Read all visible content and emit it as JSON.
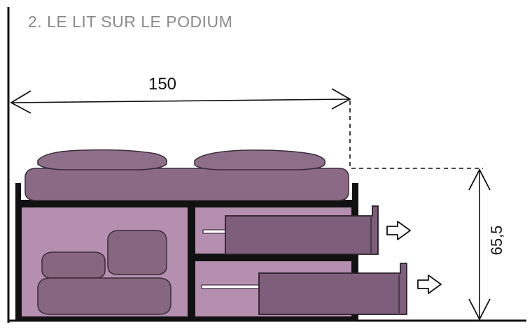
{
  "title": "2. LE LIT SUR LE PODIUM",
  "dimensions": {
    "width_label": "150",
    "height_label": "65,5"
  },
  "colors": {
    "outline": "#111111",
    "mattress": "#8a6a84",
    "pillow": "#8d6f8a",
    "cabinet_inner": "#b58fb0",
    "drawer_front": "#7e5f7b",
    "cushion": "#86677f",
    "title": "#8a8a8a"
  }
}
